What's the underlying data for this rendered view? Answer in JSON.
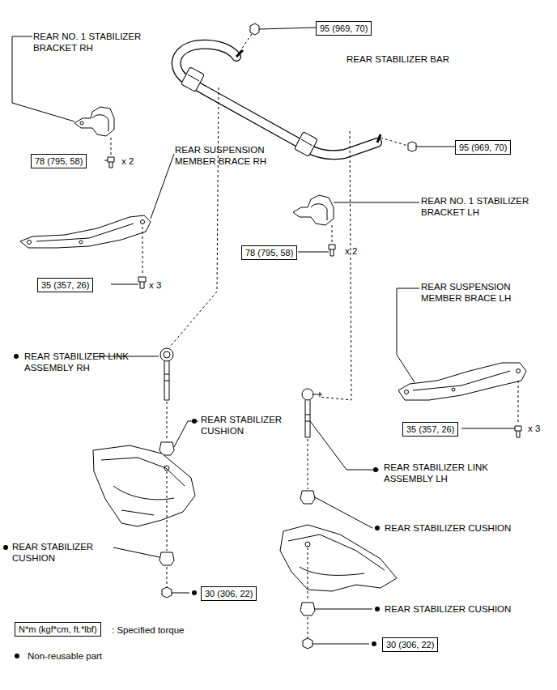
{
  "diagram": {
    "nodes": [
      {
        "text": [
          "95 (969, 70)"
        ]
      },
      {
        "text": [
          "78 (795, 58)"
        ]
      },
      {
        "text": [
          "95 (969, 70)"
        ]
      },
      {
        "text": [
          "78 (795, 58)"
        ]
      },
      {
        "text": [
          "35 (357, 26)"
        ]
      },
      {
        "text": [
          "35 (357, 26)"
        ]
      },
      {
        "text": [
          "30 (306, 22)"
        ]
      },
      {
        "text": [
          "N*m (kgf*cm, ft.*lbf)"
        ]
      },
      {
        "text": [
          "30 (306, 22)"
        ]
      }
    ],
    "labels": [
      "REAR NO. 1 STABILIZER BRACKET RH",
      "REAR STABILIZER BAR",
      "x 2",
      "REAR SUSPENSION MEMBER BRACE RH",
      "REAR NO. 1 STABILIZER BRACKET LH",
      "x 2",
      "x 3",
      "REAR SUSPENSION MEMBER BRACE LH",
      "REAR STABILIZER LINK ASSEMBLY RH",
      "REAR STABILIZER CUSHION",
      "x 3",
      "REAR STABILIZER LINK ASSEMBLY LH",
      "REAR STABILIZER CUSHION",
      "REAR STABILIZER CUSHION",
      "REAR STABILIZER CUSHION",
      ": Specified torque"
    ],
    "legend": [
      {
        "text": "Non-reusable part"
      }
    ]
  }
}
